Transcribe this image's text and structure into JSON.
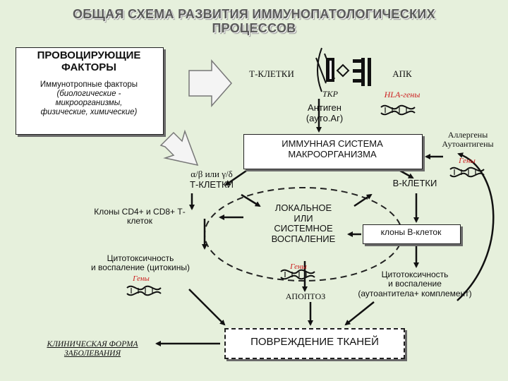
{
  "title": {
    "line1": "ОБЩАЯ СХЕМА РАЗВИТИЯ ИММУНОПАТОЛОГИЧЕСКИХ",
    "line2": "ПРОЦЕССОВ"
  },
  "provoking": {
    "heading1": "ПРОВОЦИРУЮЩИЕ",
    "heading2": "ФАКТОРЫ",
    "text1": "Иммунотропные факторы",
    "text2": "(биологические -",
    "text3": "микроорганизмы,",
    "text4": "физические, химические)"
  },
  "top": {
    "t_cells": "Т-КЛЕТКИ",
    "apc": "АПК",
    "tcr": "ТКР",
    "hla_genes": "HLA-гены",
    "antigen1": "Антиген",
    "antigen2": "(ауто.Аг)"
  },
  "immune_system": {
    "line1": "ИММУННАЯ СИСТЕМА",
    "line2": "МАКРООРГАНИЗМА"
  },
  "allergens": {
    "line1": "Аллергены",
    "line2": "Аутоантигены",
    "genes": "Гены"
  },
  "ab_cells": {
    "line1": "α/β или γ/δ",
    "line2": "Т-КЛЕТКИ"
  },
  "b_cells": "В-КЛЕТКИ",
  "cd_clones": {
    "line1": "Клоны CD4+ и CD8+ Т-",
    "line2": "клеток"
  },
  "inflammation": {
    "line1": "ЛОКАЛЬНОЕ",
    "line2": "ИЛИ",
    "line3": "СИСТЕМНОЕ",
    "line4": "ВОСПАЛЕНИЕ"
  },
  "b_clones": "клоны В-клеток",
  "cyto_left": {
    "line1": "Цитотоксичность",
    "line2": "и воспаление (цитокины)",
    "genes": "Гены"
  },
  "center_bottom": {
    "genes": "Гены",
    "apoptosis": "АПОПТОЗ"
  },
  "cyto_right": {
    "line1": "Цитотоксичность",
    "line2": "и воспаление",
    "line3": "(аутоантитела+ комплемент)"
  },
  "clinical": {
    "line1": "КЛИНИЧЕСКАЯ ФОРМА",
    "line2": "ЗАБОЛЕВАНИЯ"
  },
  "damage": "ПОВРЕЖДЕНИЕ ТКАНЕЙ",
  "colors": {
    "background": "#e6f0dc",
    "gene_text": "#cc1f1f",
    "receptor": "#111111"
  }
}
